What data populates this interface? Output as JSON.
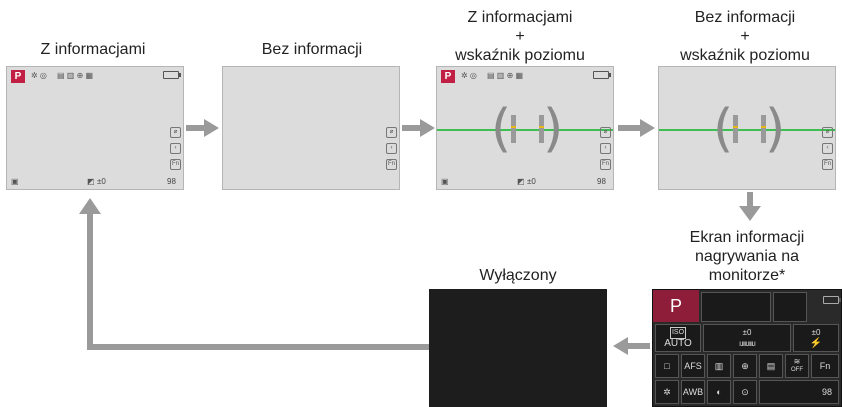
{
  "labels": {
    "s1": "Z informacjami",
    "s2": "Bez informacji",
    "s3_line1": "Z informacjami",
    "s3_line2": "+",
    "s3_line3": "wskaźnik poziomu",
    "s4_line1": "Bez informacji",
    "s4_line2": "+",
    "s4_line3": "wskaźnik poziomu",
    "s5_line1": "Ekran informacji",
    "s5_line2": "nagrywania na",
    "s5_line3": "monitorze*",
    "s6": "Wyłączony"
  },
  "screen_text": {
    "mode": "P",
    "exposure": "±0",
    "shots": "98",
    "info_iso_label": "ISO",
    "info_iso_value": "AUTO",
    "info_ev1": "±0",
    "info_ev2": "±0",
    "info_afs": "AFS",
    "info_awb": "AWB",
    "info_shots": "98",
    "info_fn": "Fn",
    "info_off": "OFF"
  },
  "colors": {
    "arrow": "#9a9a9a",
    "level_line": "#3fbf52",
    "mode_badge": "#c21f44",
    "level_marker": "#e8b817"
  }
}
